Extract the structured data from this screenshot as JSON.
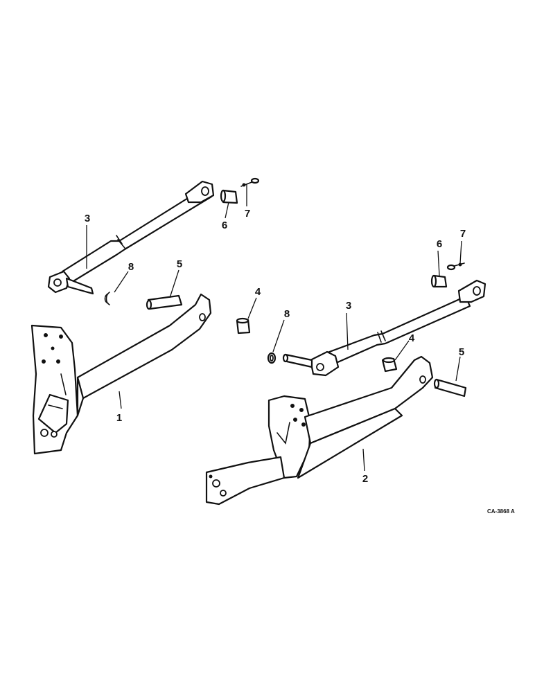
{
  "diagram": {
    "drawing_number": "CA-3868 A",
    "callouts": [
      {
        "id": "c1",
        "label": "1"
      },
      {
        "id": "c2",
        "label": "2"
      },
      {
        "id": "c3a",
        "label": "3"
      },
      {
        "id": "c3b",
        "label": "3"
      },
      {
        "id": "c4a",
        "label": "4"
      },
      {
        "id": "c4b",
        "label": "4"
      },
      {
        "id": "c5a",
        "label": "5"
      },
      {
        "id": "c5b",
        "label": "5"
      },
      {
        "id": "c6a",
        "label": "6"
      },
      {
        "id": "c6b",
        "label": "6"
      },
      {
        "id": "c7a",
        "label": "7"
      },
      {
        "id": "c7b",
        "label": "7"
      },
      {
        "id": "c8a",
        "label": "8"
      },
      {
        "id": "c8b",
        "label": "8"
      }
    ]
  }
}
